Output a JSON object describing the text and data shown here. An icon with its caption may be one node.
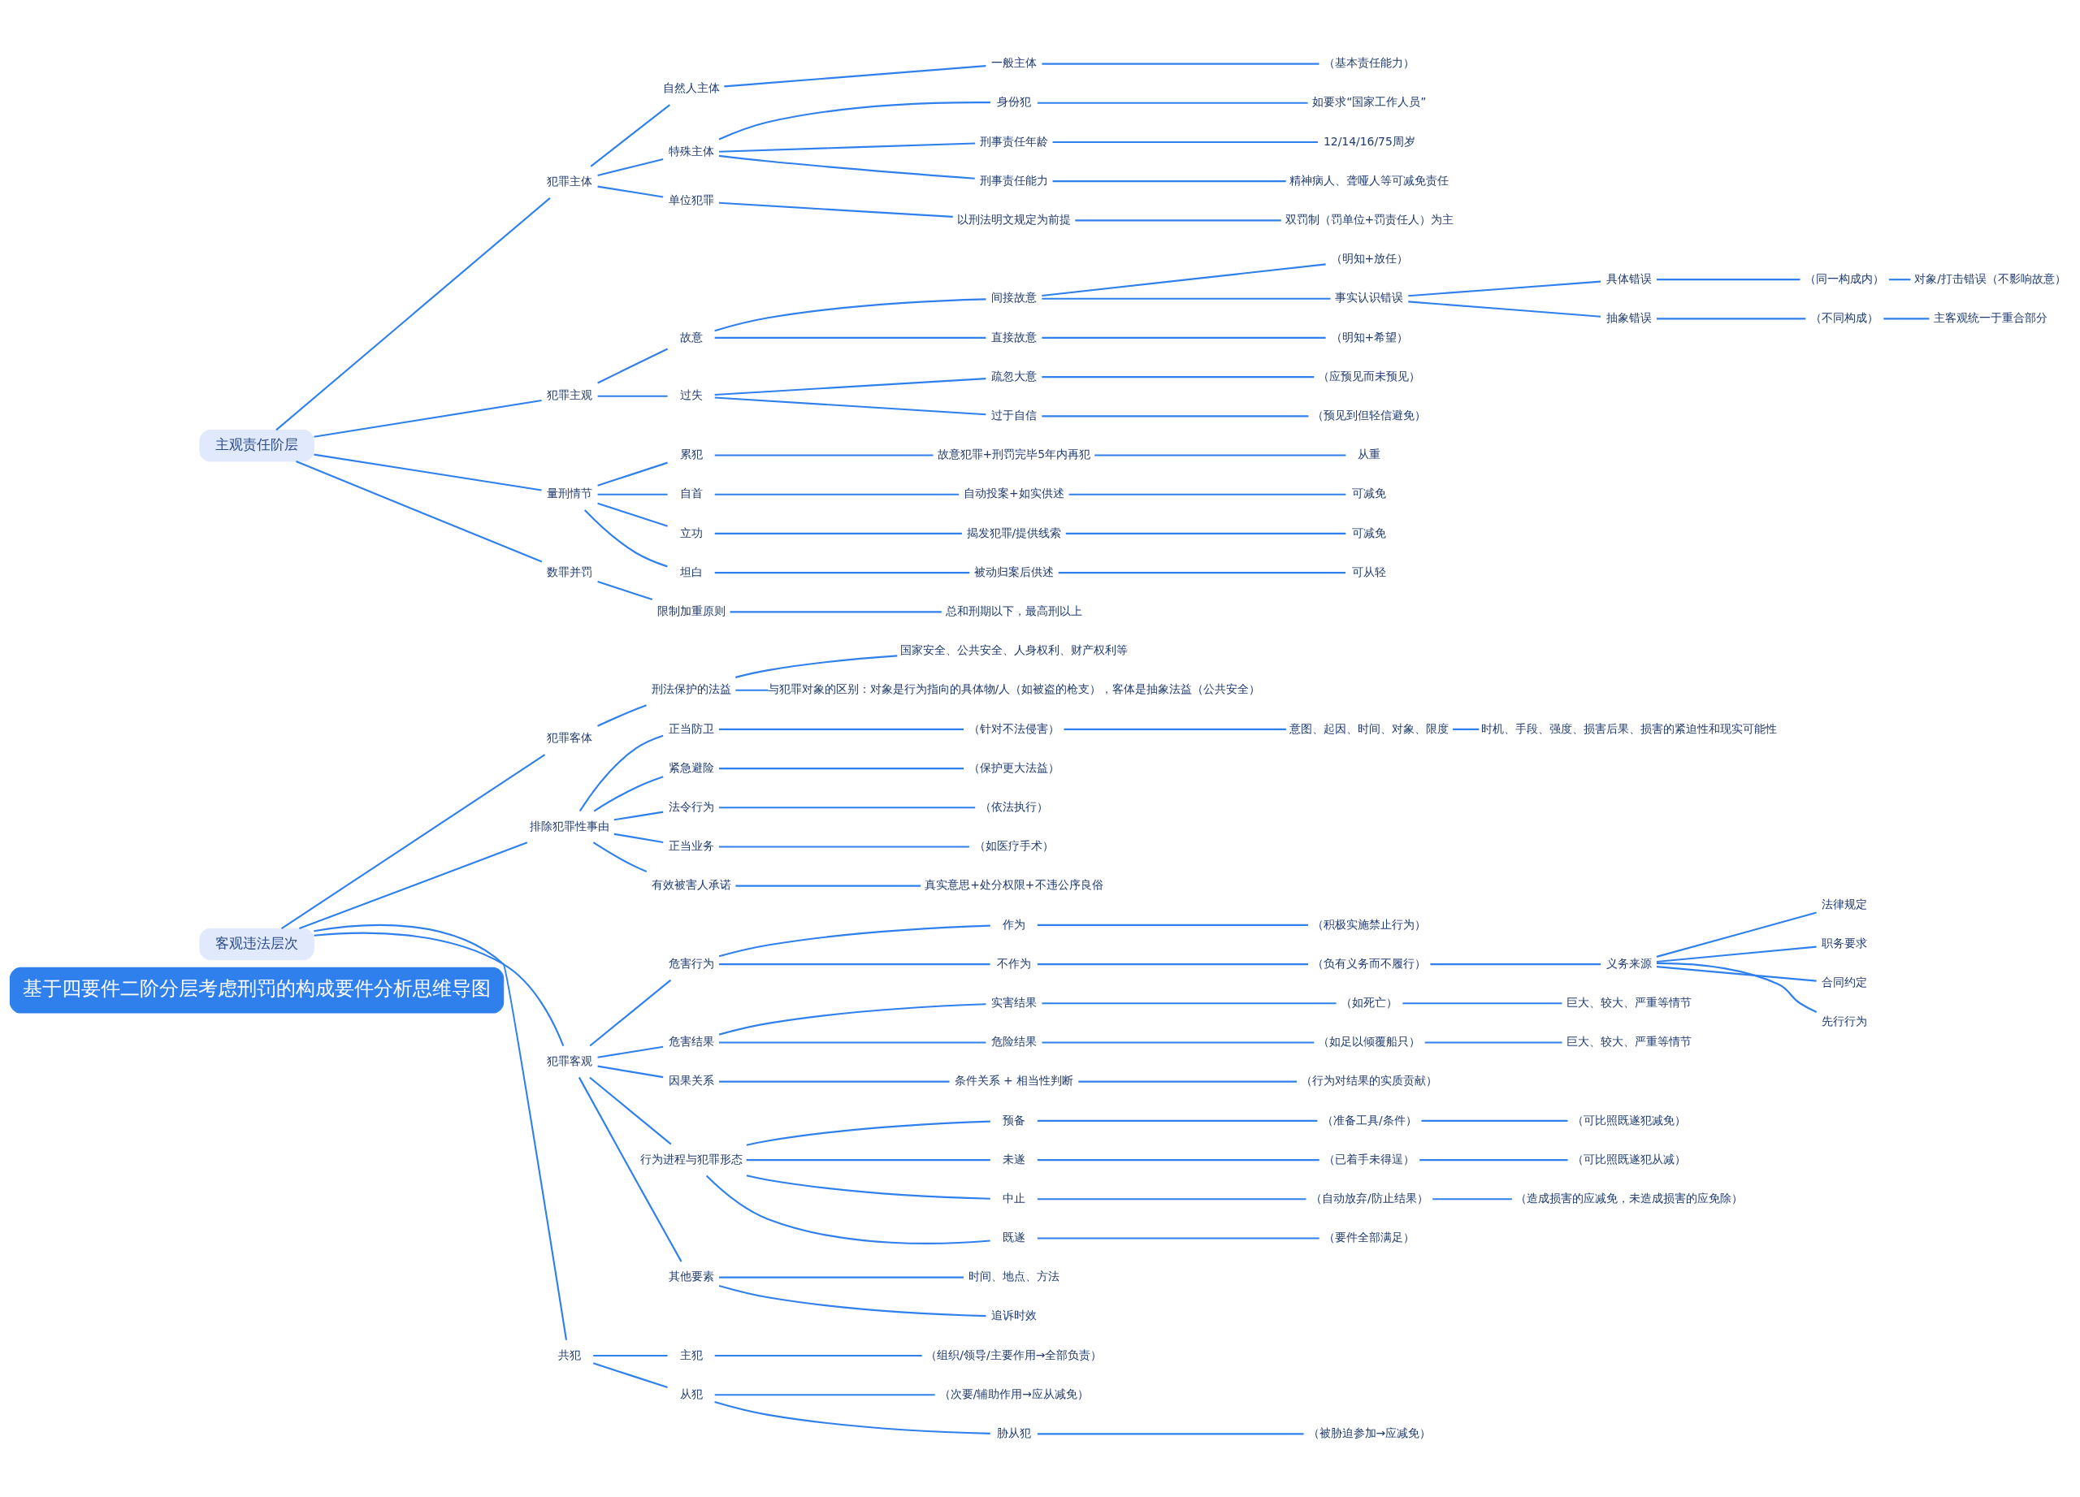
{
  "diagram": {
    "nodes": [
      {
        "text": [
          "基于四要件二阶分层考虑刑罚的构成要件分析思维导图"
        ]
      },
      {
        "text": [
          "客观违法层次"
        ]
      },
      {
        "text": [
          "犯罪客体"
        ]
      },
      {
        "text": [
          "刑法保护的法益"
        ]
      },
      {
        "text": [
          "国家安全、公共安全、人身权利、财产权利等"
        ]
      },
      {
        "text": [
          "与犯罪对象的区别：对象是行为指向的具体物/人（如被盗的枪支），客体是抽象法益（公共安全）"
        ]
      },
      {
        "text": [
          "排除犯罪性事由"
        ]
      },
      {
        "text": [
          "正当防卫"
        ]
      },
      {
        "text": [
          "（针对不法侵害）"
        ]
      },
      {
        "text": [
          "意图、起因、时间、对象、限度"
        ]
      },
      {
        "text": [
          "时机、手段、强度、损害后果、损害的紧迫性和现实可能性"
        ]
      },
      {
        "text": [
          "紧急避险"
        ]
      },
      {
        "text": [
          "（保护更大法益）"
        ]
      },
      {
        "text": [
          "法令行为"
        ]
      },
      {
        "text": [
          "（依法执行）"
        ]
      },
      {
        "text": [
          "正当业务"
        ]
      },
      {
        "text": [
          "（如医疗手术）"
        ]
      },
      {
        "text": [
          "有效被害人承诺"
        ]
      },
      {
        "text": [
          "真实意思+处分权限+不违公序良俗"
        ]
      },
      {
        "text": [
          "犯罪客观"
        ]
      },
      {
        "text": [
          "危害行为"
        ]
      },
      {
        "text": [
          "作为"
        ]
      },
      {
        "text": [
          "（积极实施禁止行为）"
        ]
      },
      {
        "text": [
          "不作为"
        ]
      },
      {
        "text": [
          "（负有义务而不履行）"
        ]
      },
      {
        "text": [
          "义务来源"
        ]
      },
      {
        "text": [
          "法律规定"
        ]
      },
      {
        "text": [
          "职务要求"
        ]
      },
      {
        "text": [
          "合同约定"
        ]
      },
      {
        "text": [
          "先行行为"
        ]
      },
      {
        "text": [
          "危害结果"
        ]
      },
      {
        "text": [
          "实害结果"
        ]
      },
      {
        "text": [
          "（如死亡）"
        ]
      },
      {
        "text": [
          "巨大、较大、严重等情节"
        ]
      },
      {
        "text": [
          "危险结果"
        ]
      },
      {
        "text": [
          "（如足以倾覆船只）"
        ]
      },
      {
        "text": [
          "巨大、较大、严重等情节"
        ]
      },
      {
        "text": [
          "因果关系"
        ]
      },
      {
        "text": [
          "条件关系 + 相当性判断"
        ]
      },
      {
        "text": [
          "（行为对结果的实质贡献）"
        ]
      },
      {
        "text": [
          "行为进程与犯罪形态"
        ]
      },
      {
        "text": [
          "预备"
        ]
      },
      {
        "text": [
          "（准备工具/条件）"
        ]
      },
      {
        "text": [
          "（可比照既遂犯减免）"
        ]
      },
      {
        "text": [
          "未遂"
        ]
      },
      {
        "text": [
          "（已着手未得逞）"
        ]
      },
      {
        "text": [
          "（可比照既遂犯从减）"
        ]
      },
      {
        "text": [
          "中止"
        ]
      },
      {
        "text": [
          "（自动放弃/防止结果）"
        ]
      },
      {
        "text": [
          "（造成损害的应减免，未造成损害的应免除）"
        ]
      },
      {
        "text": [
          "既遂"
        ]
      },
      {
        "text": [
          "（要件全部满足）"
        ]
      },
      {
        "text": [
          "其他要素"
        ]
      },
      {
        "text": [
          "时间、地点、方法"
        ]
      },
      {
        "text": [
          "追诉时效"
        ]
      },
      {
        "text": [
          "共犯"
        ]
      },
      {
        "text": [
          "主犯"
        ]
      },
      {
        "text": [
          "（组织/领导/主要作用→全部负责）"
        ]
      },
      {
        "text": [
          "从犯"
        ]
      },
      {
        "text": [
          "（次要/辅助作用→应从减免）"
        ]
      },
      {
        "text": [
          "胁从犯"
        ]
      },
      {
        "text": [
          "（被胁迫参加→应减免）"
        ]
      },
      {
        "text": [
          "主观责任阶层"
        ]
      },
      {
        "text": [
          "犯罪主体"
        ]
      },
      {
        "text": [
          "自然人主体"
        ]
      },
      {
        "text": [
          "一般主体"
        ]
      },
      {
        "text": [
          "（基本责任能力）"
        ]
      },
      {
        "text": [
          "特殊主体"
        ]
      },
      {
        "text": [
          "身份犯"
        ]
      },
      {
        "text": [
          "如要求“国家工作人员”"
        ]
      },
      {
        "text": [
          "刑事责任年龄"
        ]
      },
      {
        "text": [
          "12/14/16/75周岁"
        ]
      },
      {
        "text": [
          "刑事责任能力"
        ]
      },
      {
        "text": [
          "精神病人、聋哑人等可减免责任"
        ]
      },
      {
        "text": [
          "单位犯罪"
        ]
      },
      {
        "text": [
          "以刑法明文规定为前提"
        ]
      },
      {
        "text": [
          "双罚制（罚单位+罚责任人）为主"
        ]
      },
      {
        "text": [
          "犯罪主观"
        ]
      },
      {
        "text": [
          "故意"
        ]
      },
      {
        "text": [
          "间接故意"
        ]
      },
      {
        "text": [
          "（明知+放任）"
        ]
      },
      {
        "text": [
          "事实认识错误"
        ]
      },
      {
        "text": [
          "具体错误"
        ]
      },
      {
        "text": [
          "（同一构成内）"
        ]
      },
      {
        "text": [
          "对象/打击错误（不影响故意）"
        ]
      },
      {
        "text": [
          "抽象错误"
        ]
      },
      {
        "text": [
          "（不同构成）"
        ]
      },
      {
        "text": [
          "主客观统一于重合部分"
        ]
      },
      {
        "text": [
          "直接故意"
        ]
      },
      {
        "text": [
          "（明知+希望）"
        ]
      },
      {
        "text": [
          "过失"
        ]
      },
      {
        "text": [
          "疏忽大意"
        ]
      },
      {
        "text": [
          "（应预见而未预见）"
        ]
      },
      {
        "text": [
          "过于自信"
        ]
      },
      {
        "text": [
          "（预见到但轻信避免）"
        ]
      },
      {
        "text": [
          "量刑情节"
        ]
      },
      {
        "text": [
          "累犯"
        ]
      },
      {
        "text": [
          "故意犯罪+刑罚完毕5年内再犯"
        ]
      },
      {
        "text": [
          "从重"
        ]
      },
      {
        "text": [
          "自首"
        ]
      },
      {
        "text": [
          "自动投案+如实供述"
        ]
      },
      {
        "text": [
          "可减免"
        ]
      },
      {
        "text": [
          "立功"
        ]
      },
      {
        "text": [
          "揭发犯罪/提供线索"
        ]
      },
      {
        "text": [
          "可减免"
        ]
      },
      {
        "text": [
          "坦白"
        ]
      },
      {
        "text": [
          "被动归案后供述"
        ]
      },
      {
        "text": [
          "可从轻"
        ]
      },
      {
        "text": [
          "数罪并罚"
        ]
      },
      {
        "text": [
          "限制加重原则"
        ]
      },
      {
        "text": [
          "总和刑期以下，最高刑以上"
        ]
      }
    ],
    "edges": [
      {
        "from": 1,
        "to": 2,
        "arrow": "none"
      },
      {
        "from": 2,
        "to": 3,
        "arrow": "none"
      },
      {
        "from": 3,
        "to": 4,
        "arrow": "none"
      },
      {
        "from": 3,
        "to": 5,
        "arrow": "none"
      },
      {
        "from": 1,
        "to": 6,
        "arrow": "none"
      },
      {
        "from": 6,
        "to": 7,
        "arrow": "none"
      },
      {
        "from": 7,
        "to": 8,
        "arrow": "none"
      },
      {
        "from": 8,
        "to": 9,
        "arrow": "none"
      },
      {
        "from": 9,
        "to": 10,
        "arrow": "none"
      },
      {
        "from": 6,
        "to": 11,
        "arrow": "none"
      },
      {
        "from": 11,
        "to": 12,
        "arrow": "none"
      },
      {
        "from": 6,
        "to": 13,
        "arrow": "none"
      },
      {
        "from": 13,
        "to": 14,
        "arrow": "none"
      },
      {
        "from": 6,
        "to": 15,
        "arrow": "none"
      },
      {
        "from": 15,
        "to": 16,
        "arrow": "none"
      },
      {
        "from": 6,
        "to": 17,
        "arrow": "none"
      },
      {
        "from": 17,
        "to": 18,
        "arrow": "none"
      },
      {
        "from": 1,
        "to": 19,
        "arrow": "none"
      },
      {
        "from": 19,
        "to": 20,
        "arrow": "none"
      },
      {
        "from": 20,
        "to": 21,
        "arrow": "none"
      },
      {
        "from": 21,
        "to": 22,
        "arrow": "none"
      },
      {
        "from": 20,
        "to": 23,
        "arrow": "none"
      },
      {
        "from": 23,
        "to": 24,
        "arrow": "none"
      },
      {
        "from": 24,
        "to": 25,
        "arrow": "none"
      },
      {
        "from": 25,
        "to": 26,
        "arrow": "none"
      },
      {
        "from": 25,
        "to": 27,
        "arrow": "none"
      },
      {
        "from": 25,
        "to": 28,
        "arrow": "none"
      },
      {
        "from": 25,
        "to": 29,
        "arrow": "none"
      },
      {
        "from": 19,
        "to": 30,
        "arrow": "none"
      },
      {
        "from": 30,
        "to": 31,
        "arrow": "none"
      },
      {
        "from": 31,
        "to": 32,
        "arrow": "none"
      },
      {
        "from": 32,
        "to": 33,
        "arrow": "none"
      },
      {
        "from": 30,
        "to": 34,
        "arrow": "none"
      },
      {
        "from": 34,
        "to": 35,
        "arrow": "none"
      },
      {
        "from": 35,
        "to": 36,
        "arrow": "none"
      },
      {
        "from": 19,
        "to": 37,
        "arrow": "none"
      },
      {
        "from": 37,
        "to": 38,
        "arrow": "none"
      },
      {
        "from": 38,
        "to": 39,
        "arrow": "none"
      },
      {
        "from": 19,
        "to": 40,
        "arrow": "none"
      },
      {
        "from": 40,
        "to": 41,
        "arrow": "none"
      },
      {
        "from": 41,
        "to": 42,
        "arrow": "none"
      },
      {
        "from": 42,
        "to": 43,
        "arrow": "none"
      },
      {
        "from": 40,
        "to": 44,
        "arrow": "none"
      },
      {
        "from": 44,
        "to": 45,
        "arrow": "none"
      },
      {
        "from": 45,
        "to": 46,
        "arrow": "none"
      },
      {
        "from": 40,
        "to": 47,
        "arrow": "none"
      },
      {
        "from": 47,
        "to": 48,
        "arrow": "none"
      },
      {
        "from": 48,
        "to": 49,
        "arrow": "none"
      },
      {
        "from": 40,
        "to": 50,
        "arrow": "none"
      },
      {
        "from": 50,
        "to": 51,
        "arrow": "none"
      },
      {
        "from": 19,
        "to": 52,
        "arrow": "none"
      },
      {
        "from": 52,
        "to": 53,
        "arrow": "none"
      },
      {
        "from": 52,
        "to": 54,
        "arrow": "none"
      },
      {
        "from": 1,
        "to": 55,
        "arrow": "none"
      },
      {
        "from": 55,
        "to": 56,
        "arrow": "none"
      },
      {
        "from": 56,
        "to": 57,
        "arrow": "none"
      },
      {
        "from": 55,
        "to": 58,
        "arrow": "none"
      },
      {
        "from": 58,
        "to": 59,
        "arrow": "none"
      },
      {
        "from": 58,
        "to": 60,
        "arrow": "none"
      },
      {
        "from": 60,
        "to": 61,
        "arrow": "none"
      },
      {
        "from": 62,
        "to": 63,
        "arrow": "none"
      },
      {
        "from": 63,
        "to": 64,
        "arrow": "none"
      },
      {
        "from": 64,
        "to": 65,
        "arrow": "none"
      },
      {
        "from": 65,
        "to": 66,
        "arrow": "none"
      },
      {
        "from": 63,
        "to": 67,
        "arrow": "none"
      },
      {
        "from": 67,
        "to": 68,
        "arrow": "none"
      },
      {
        "from": 68,
        "to": 69,
        "arrow": "none"
      },
      {
        "from": 67,
        "to": 70,
        "arrow": "none"
      },
      {
        "from": 70,
        "to": 71,
        "arrow": "none"
      },
      {
        "from": 67,
        "to": 72,
        "arrow": "none"
      },
      {
        "from": 72,
        "to": 73,
        "arrow": "none"
      },
      {
        "from": 63,
        "to": 74,
        "arrow": "none"
      },
      {
        "from": 74,
        "to": 75,
        "arrow": "none"
      },
      {
        "from": 75,
        "to": 76,
        "arrow": "none"
      },
      {
        "from": 62,
        "to": 77,
        "arrow": "none"
      },
      {
        "from": 77,
        "to": 78,
        "arrow": "none"
      },
      {
        "from": 78,
        "to": 79,
        "arrow": "none"
      },
      {
        "from": 79,
        "to": 80,
        "arrow": "none"
      },
      {
        "from": 79,
        "to": 81,
        "arrow": "none"
      },
      {
        "from": 81,
        "to": 82,
        "arrow": "none"
      },
      {
        "from": 82,
        "to": 83,
        "arrow": "none"
      },
      {
        "from": 83,
        "to": 84,
        "arrow": "none"
      },
      {
        "from": 81,
        "to": 85,
        "arrow": "none"
      },
      {
        "from": 85,
        "to": 86,
        "arrow": "none"
      },
      {
        "from": 86,
        "to": 87,
        "arrow": "none"
      },
      {
        "from": 78,
        "to": 88,
        "arrow": "none"
      },
      {
        "from": 88,
        "to": 89,
        "arrow": "none"
      },
      {
        "from": 77,
        "to": 90,
        "arrow": "none"
      },
      {
        "from": 90,
        "to": 91,
        "arrow": "none"
      },
      {
        "from": 91,
        "to": 92,
        "arrow": "none"
      },
      {
        "from": 90,
        "to": 93,
        "arrow": "none"
      },
      {
        "from": 93,
        "to": 94,
        "arrow": "none"
      },
      {
        "from": 62,
        "to": 95,
        "arrow": "none"
      },
      {
        "from": 95,
        "to": 96,
        "arrow": "none"
      },
      {
        "from": 96,
        "to": 97,
        "arrow": "none"
      },
      {
        "from": 97,
        "to": 98,
        "arrow": "none"
      },
      {
        "from": 95,
        "to": 99,
        "arrow": "none"
      },
      {
        "from": 99,
        "to": 100,
        "arrow": "none"
      },
      {
        "from": 100,
        "to": 101,
        "arrow": "none"
      },
      {
        "from": 95,
        "to": 102,
        "arrow": "none"
      },
      {
        "from": 102,
        "to": 103,
        "arrow": "none"
      },
      {
        "from": 103,
        "to": 104,
        "arrow": "none"
      },
      {
        "from": 95,
        "to": 105,
        "arrow": "none"
      },
      {
        "from": 105,
        "to": 106,
        "arrow": "none"
      },
      {
        "from": 106,
        "to": 107,
        "arrow": "none"
      },
      {
        "from": 62,
        "to": 108,
        "arrow": "none"
      },
      {
        "from": 108,
        "to": 109,
        "arrow": "none"
      },
      {
        "from": 109,
        "to": 110,
        "arrow": "none"
      }
    ]
  }
}
